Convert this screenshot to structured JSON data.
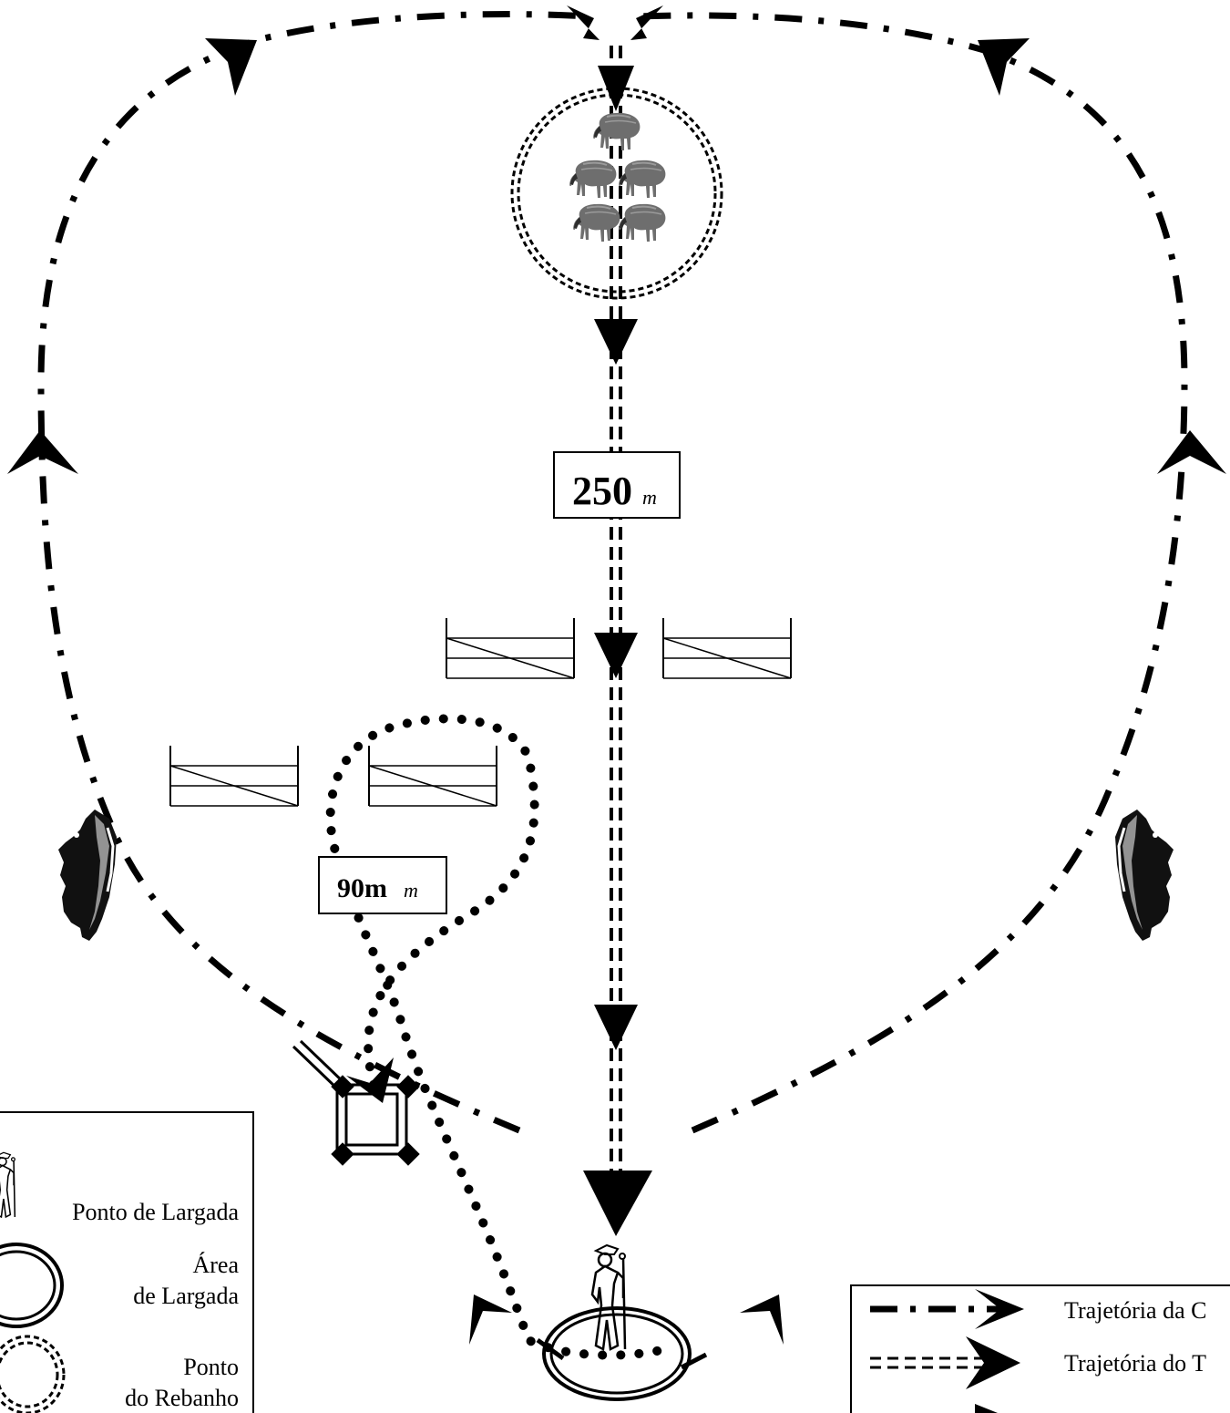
{
  "labels": {
    "distance_main_value": "250",
    "distance_main_unit": "m",
    "distance_small_value": "90m",
    "distance_small_unit": "m"
  },
  "legend_left": {
    "start_point": "Ponto de Largada",
    "start_area_line1": "Área",
    "start_area_line2": "de Largada",
    "flock_point_line1": "Ponto",
    "flock_point_line2": "do Rebanho"
  },
  "legend_right": {
    "outrun_label": "Trajetória da C",
    "fetch_label": "Trajetória do T"
  },
  "colors": {
    "ink": "#000000",
    "background": "#ffffff",
    "flock": "#6e6e6e"
  },
  "icons": [
    "sheep-icon",
    "dog-icon",
    "shepherd-icon",
    "gate-obstacle-icon",
    "pen-icon",
    "start-area-icon"
  ]
}
